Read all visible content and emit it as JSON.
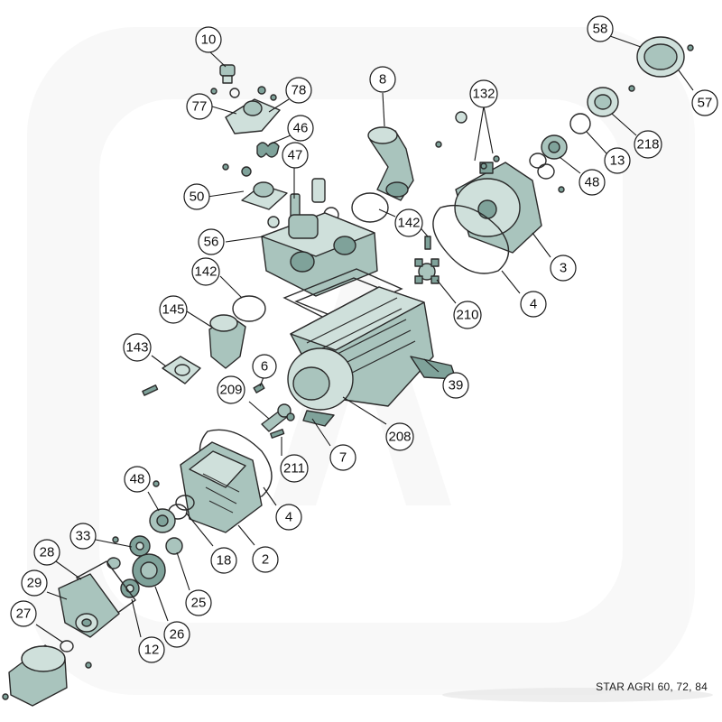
{
  "caption": "STAR AGRI 60, 72, 84",
  "callouts": [
    {
      "id": "c10",
      "label": "10"
    },
    {
      "id": "c77",
      "label": "77"
    },
    {
      "id": "c78",
      "label": "78"
    },
    {
      "id": "c46",
      "label": "46"
    },
    {
      "id": "c47",
      "label": "47"
    },
    {
      "id": "c8",
      "label": "8"
    },
    {
      "id": "c132",
      "label": "132"
    },
    {
      "id": "c58",
      "label": "58"
    },
    {
      "id": "c57",
      "label": "57"
    },
    {
      "id": "c218",
      "label": "218"
    },
    {
      "id": "c13",
      "label": "13"
    },
    {
      "id": "c48a",
      "label": "48"
    },
    {
      "id": "c3",
      "label": "3"
    },
    {
      "id": "c50",
      "label": "50"
    },
    {
      "id": "c56",
      "label": "56"
    },
    {
      "id": "c142a",
      "label": "142"
    },
    {
      "id": "c4a",
      "label": "4"
    },
    {
      "id": "c210",
      "label": "210"
    },
    {
      "id": "c142b",
      "label": "142"
    },
    {
      "id": "c145",
      "label": "145"
    },
    {
      "id": "c143",
      "label": "143"
    },
    {
      "id": "c6",
      "label": "6"
    },
    {
      "id": "c209",
      "label": "209"
    },
    {
      "id": "c39",
      "label": "39"
    },
    {
      "id": "c208",
      "label": "208"
    },
    {
      "id": "c211",
      "label": "211"
    },
    {
      "id": "c7",
      "label": "7"
    },
    {
      "id": "c48b",
      "label": "48"
    },
    {
      "id": "c4b",
      "label": "4"
    },
    {
      "id": "c33",
      "label": "33"
    },
    {
      "id": "c18",
      "label": "18"
    },
    {
      "id": "c2",
      "label": "2"
    },
    {
      "id": "c28",
      "label": "28"
    },
    {
      "id": "c29",
      "label": "29"
    },
    {
      "id": "c25",
      "label": "25"
    },
    {
      "id": "c27",
      "label": "27"
    },
    {
      "id": "c26",
      "label": "26"
    },
    {
      "id": "c12",
      "label": "12"
    }
  ]
}
